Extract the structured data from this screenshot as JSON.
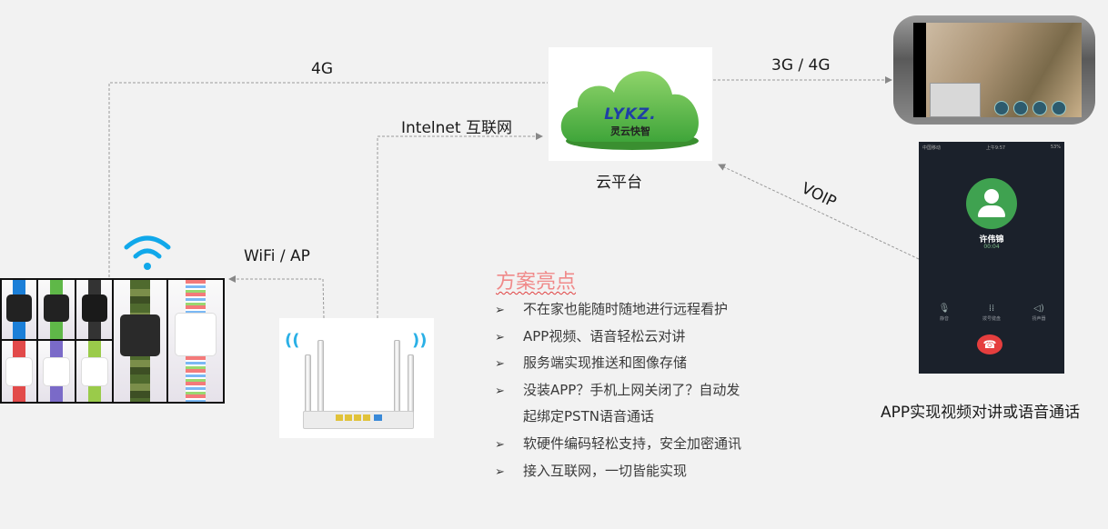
{
  "connections": {
    "watch_to_cloud": "4G",
    "router_to_cloud": "Intelnet 互联网",
    "cloud_to_phone": "3G / 4G",
    "router_to_watch": "WiFi / AP",
    "phone_to_cloud": "VOIP"
  },
  "cloud": {
    "brand": "LYKZ.",
    "brand_sub": "灵云快智",
    "caption": "云平台",
    "color": "#5cb848"
  },
  "video_call_phone": {
    "controls": [
      "video-switch",
      "screen",
      "mic",
      "hangup"
    ]
  },
  "voice_call_phone": {
    "carrier": "中国移动",
    "time": "上午9:57",
    "battery": "53%",
    "caller_name": "许伟锦",
    "duration": "00:04",
    "controls": [
      {
        "icon": "mute-icon",
        "label": "静音"
      },
      {
        "icon": "keypad-icon",
        "label": "拨号键盘"
      },
      {
        "icon": "speaker-icon",
        "label": "扬声器"
      }
    ],
    "caption": "APP实现视频对讲或语音通话"
  },
  "highlights": {
    "title": "方案亮点",
    "items": [
      "不在家也能随时随地进行远程看护",
      "APP视频、语音轻松云对讲",
      "服务端实现推送和图像存储",
      "没装APP？手机上网关闭了？自动发",
      "软硬件编码轻松支持，安全加密通讯",
      "接入互联网，一切皆能实现"
    ],
    "item4_continuation": "起绑定PSTN语音通话",
    "bullet": "➢"
  }
}
